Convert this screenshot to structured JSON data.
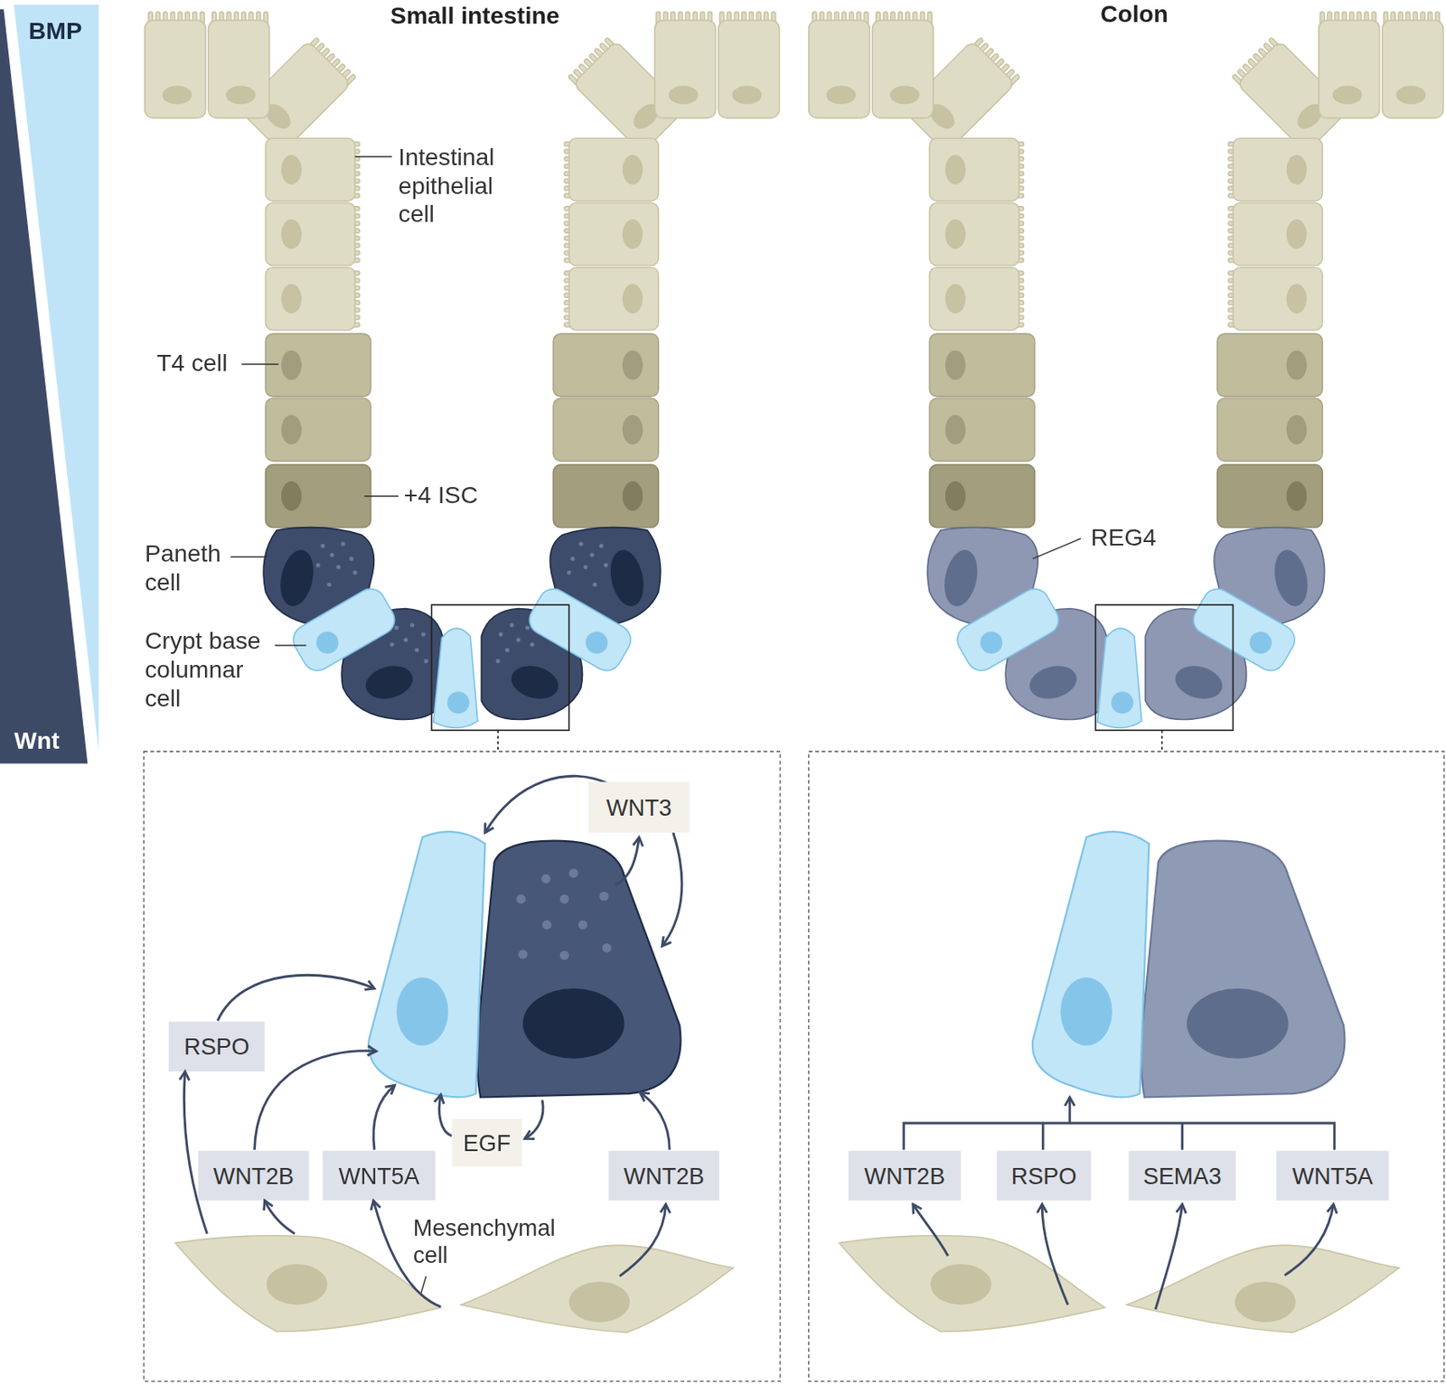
{
  "diagram": {
    "nodes": [
      {
        "text": [
          "WNT3"
        ]
      },
      {
        "text": [
          "RSPO"
        ]
      },
      {
        "text": [
          "WNT2B"
        ]
      },
      {
        "text": [
          "WNT5A"
        ]
      },
      {
        "text": [
          "EGF"
        ]
      },
      {
        "text": [
          "WNT2B"
        ]
      },
      {
        "text": [
          "Mesenchymal cell"
        ]
      },
      {
        "text": [
          "WNT2B"
        ]
      },
      {
        "text": [
          "RSPO"
        ]
      },
      {
        "text": [
          "SEMA3"
        ]
      },
      {
        "text": [
          "WNT5A"
        ]
      }
    ],
    "edges": [
      {
        "from": 6,
        "to": 1,
        "arrow": "to"
      },
      {
        "from": 6,
        "to": 2,
        "arrow": "to"
      },
      {
        "from": 6,
        "to": 3,
        "arrow": "to"
      }
    ],
    "labels": [
      "BMP",
      "Wnt",
      "Small intestine",
      "Colon",
      "Intestinal epithelial cell",
      "T4 cell",
      "+4 ISC",
      "Paneth cell",
      "Crypt base columnar cell",
      "REG4"
    ]
  }
}
